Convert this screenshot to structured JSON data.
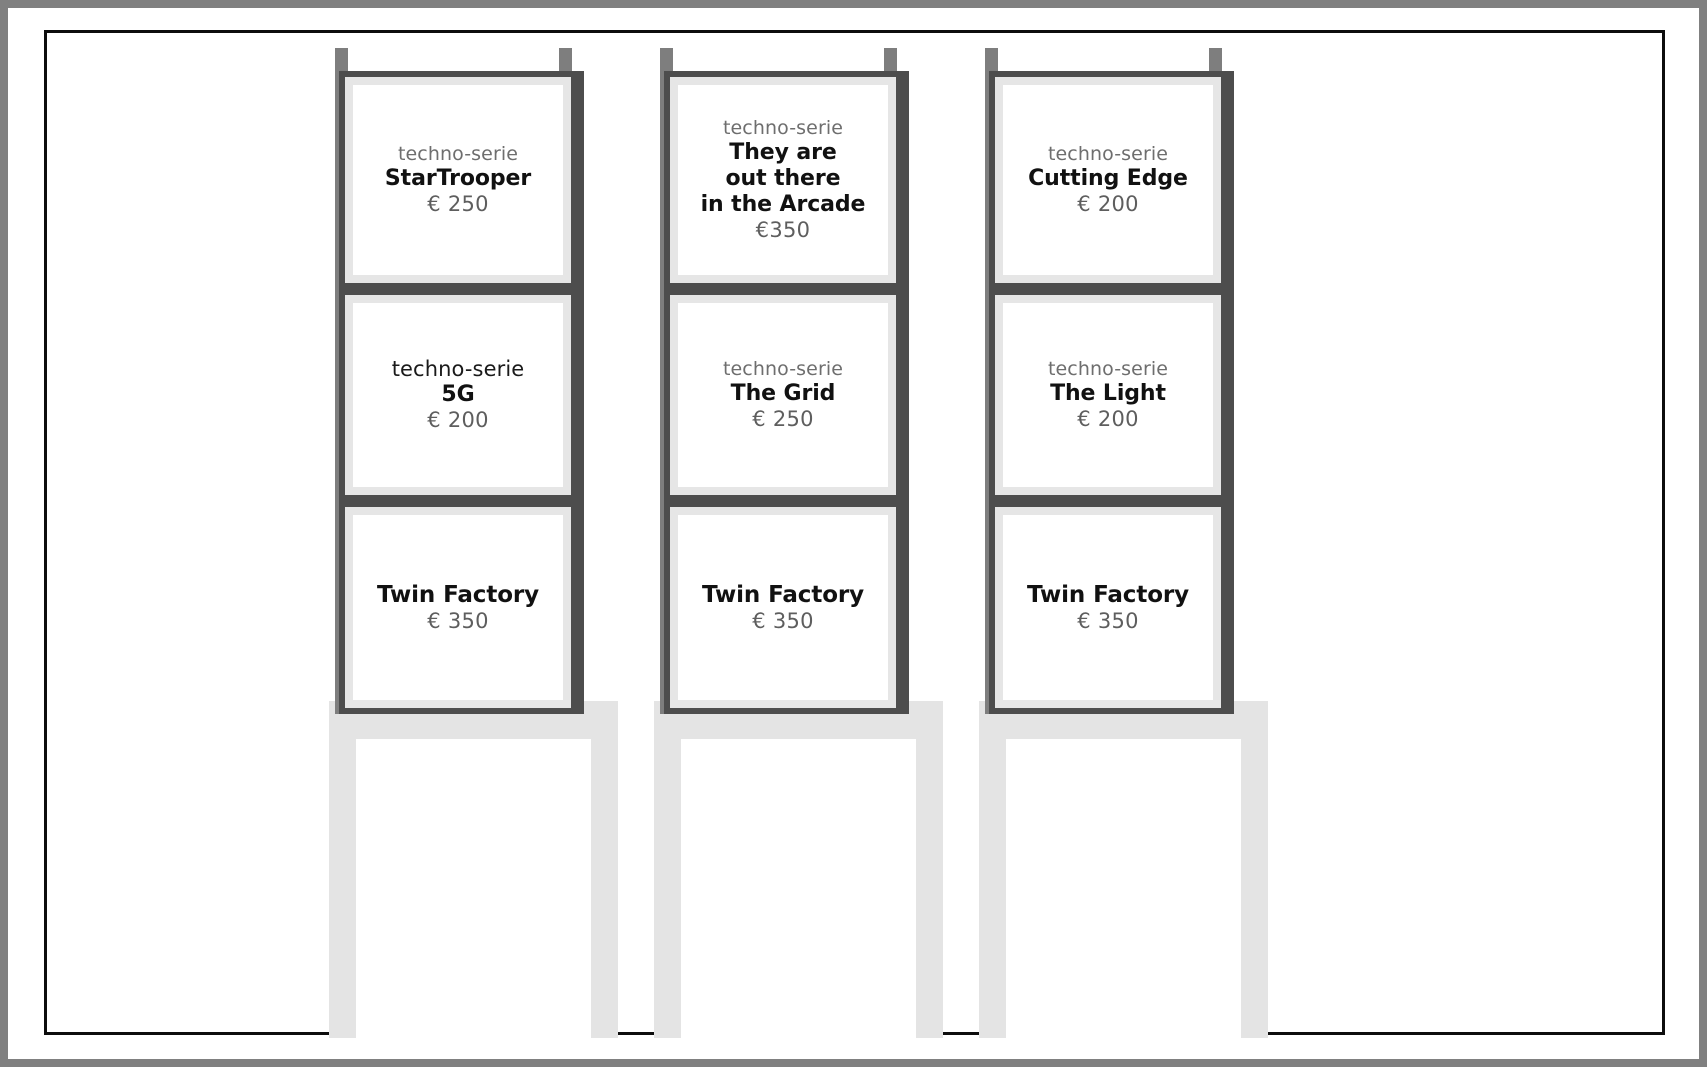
{
  "scene": {
    "name": "three-totem-sign-stands",
    "background_color": "#ffffff",
    "frame_color": "#0d0d0d",
    "pole_dark_color": "#4d4d4d",
    "pole_light_color": "#7e7e7e",
    "board_frame_color": "#4d4d4d",
    "board_mat_color": "#e6e6e6",
    "board_face_color": "#ffffff",
    "base_color": "#e4e4e4"
  },
  "totems": [
    {
      "id": "totem-1",
      "boards": [
        {
          "id": "board-1-1",
          "serie": "techno-serie",
          "serie_style": "muted",
          "title_lines": [
            "StarTrooper"
          ],
          "price": "€ 250"
        },
        {
          "id": "board-1-2",
          "serie": "techno-serie",
          "serie_style": "dark",
          "title_lines": [
            "5G"
          ],
          "price": "€ 200"
        },
        {
          "id": "board-1-3",
          "serie": "",
          "serie_style": "none",
          "title_lines": [
            "Twin Factory"
          ],
          "price": "€ 350"
        }
      ]
    },
    {
      "id": "totem-2",
      "boards": [
        {
          "id": "board-2-1",
          "serie": "techno-serie",
          "serie_style": "muted",
          "title_lines": [
            "They are",
            "out there",
            "in the Arcade"
          ],
          "price": "€350"
        },
        {
          "id": "board-2-2",
          "serie": "techno-serie",
          "serie_style": "muted",
          "title_lines": [
            "The Grid"
          ],
          "price": "€ 250"
        },
        {
          "id": "board-2-3",
          "serie": "",
          "serie_style": "none",
          "title_lines": [
            "Twin Factory"
          ],
          "price": "€ 350"
        }
      ]
    },
    {
      "id": "totem-3",
      "boards": [
        {
          "id": "board-3-1",
          "serie": "techno-serie",
          "serie_style": "muted",
          "title_lines": [
            "Cutting Edge"
          ],
          "price": "€ 200"
        },
        {
          "id": "board-3-2",
          "serie": "techno-serie",
          "serie_style": "muted",
          "title_lines": [
            "The Light"
          ],
          "price": "€ 200"
        },
        {
          "id": "board-3-3",
          "serie": "",
          "serie_style": "none",
          "title_lines": [
            "Twin Factory"
          ],
          "price": "€ 350"
        }
      ]
    }
  ]
}
